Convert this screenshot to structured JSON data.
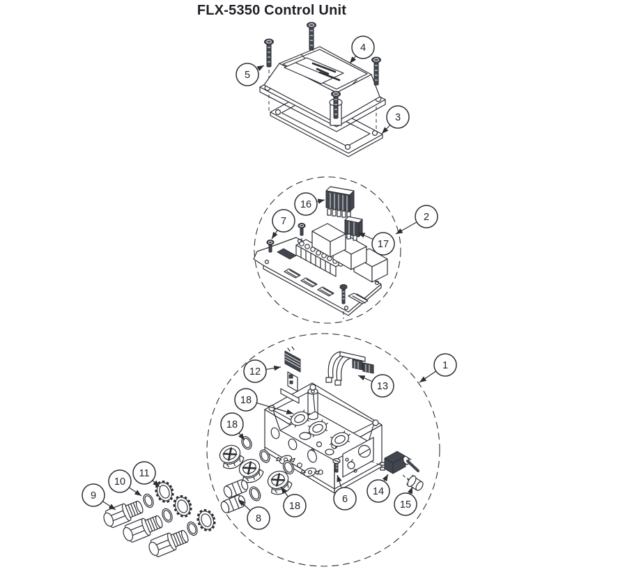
{
  "page": {
    "title": "FLX-5350 Control Unit"
  },
  "diagram": {
    "line_color": "#2b2d33",
    "background_color": "#ffffff",
    "callouts": [
      {
        "id": "1",
        "label": "1"
      },
      {
        "id": "2",
        "label": "2"
      },
      {
        "id": "3",
        "label": "3"
      },
      {
        "id": "4",
        "label": "4"
      },
      {
        "id": "5",
        "label": "5"
      },
      {
        "id": "6",
        "label": "6"
      },
      {
        "id": "7",
        "label": "7"
      },
      {
        "id": "8",
        "label": "8"
      },
      {
        "id": "9",
        "label": "9"
      },
      {
        "id": "10",
        "label": "10"
      },
      {
        "id": "11",
        "label": "11"
      },
      {
        "id": "12",
        "label": "12"
      },
      {
        "id": "13",
        "label": "13"
      },
      {
        "id": "14",
        "label": "14"
      },
      {
        "id": "15",
        "label": "15"
      },
      {
        "id": "16",
        "label": "16"
      },
      {
        "id": "17",
        "label": "17"
      },
      {
        "id": "18a",
        "label": "18"
      },
      {
        "id": "18b",
        "label": "18"
      },
      {
        "id": "18c",
        "label": "18"
      }
    ]
  }
}
